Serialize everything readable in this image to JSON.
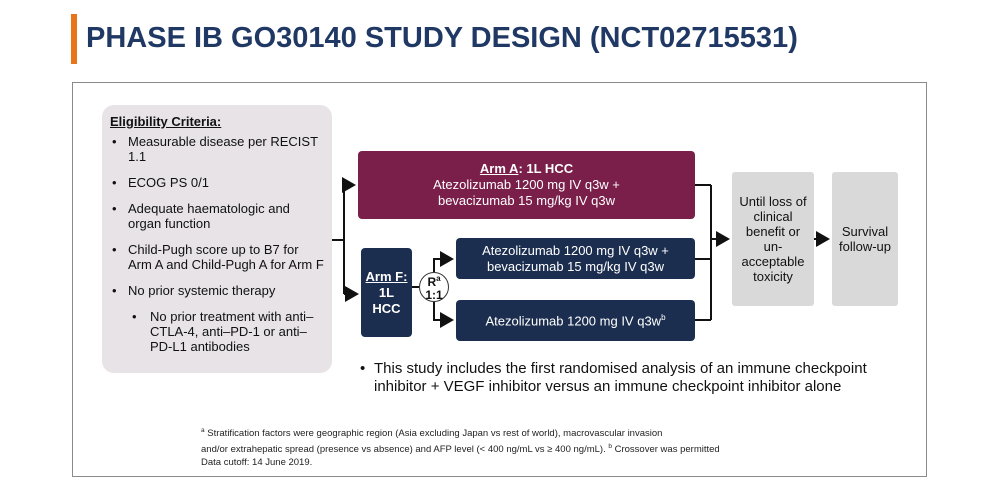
{
  "header": {
    "title": "PHASE IB GO30140 STUDY DESIGN (NCT02715531)",
    "accent_color": "#e8751a",
    "title_color": "#1f3864"
  },
  "eligibility": {
    "title": "Eligibility Criteria:",
    "items": [
      "Measurable disease per RECIST 1.1",
      "ECOG PS 0/1",
      "Adequate haematologic and organ function",
      "Child-Pugh score up to B7 for Arm A and Child-Pugh A for Arm F",
      "No prior systemic therapy"
    ],
    "subitem": "No prior treatment with anti–CTLA-4, anti–PD-1 or anti–PD-L1 antibodies"
  },
  "arm_a": {
    "label": "Arm A",
    "cohort": ": 1L HCC",
    "line1": "Atezolizumab 1200 mg IV q3w +",
    "line2": "bevacizumab 15 mg/kg IV q3w",
    "color": "#7a1e4a"
  },
  "arm_f": {
    "label": "Arm F",
    "line1": "1L",
    "line2": "HCC",
    "color": "#1c2e4f"
  },
  "randomisation": {
    "letter": "R",
    "sup": "a",
    "ratio": "1:1"
  },
  "arm_f_combo": {
    "line1": "Atezolizumab 1200 mg IV q3w +",
    "line2": "bevacizumab 15 mg/kg IV q3w"
  },
  "arm_f_mono": {
    "text": "Atezolizumab 1200 mg IV q3w",
    "sup": "b"
  },
  "until": {
    "lines": [
      "Until loss of",
      "clinical",
      "benefit or",
      "un-",
      "acceptable",
      "toxicity"
    ]
  },
  "survival": {
    "lines": [
      "Survival",
      "follow-up"
    ]
  },
  "note": "This study includes the first randomised analysis of an immune checkpoint inhibitor + VEGF inhibitor versus an immune checkpoint inhibitor alone",
  "footnote": {
    "a_mark": "a",
    "a_text": " Stratification factors were geographic region (Asia excluding Japan vs rest of world), macrovascular invasion",
    "a_text2": "and/or extrahepatic spread (presence vs absence) and AFP level (< 400 ng/mL vs ≥ 400 ng/mL). ",
    "b_mark": "b",
    "b_text": " Crossover was permitted",
    "cutoff": "Data cutoff: 14 June 2019."
  }
}
